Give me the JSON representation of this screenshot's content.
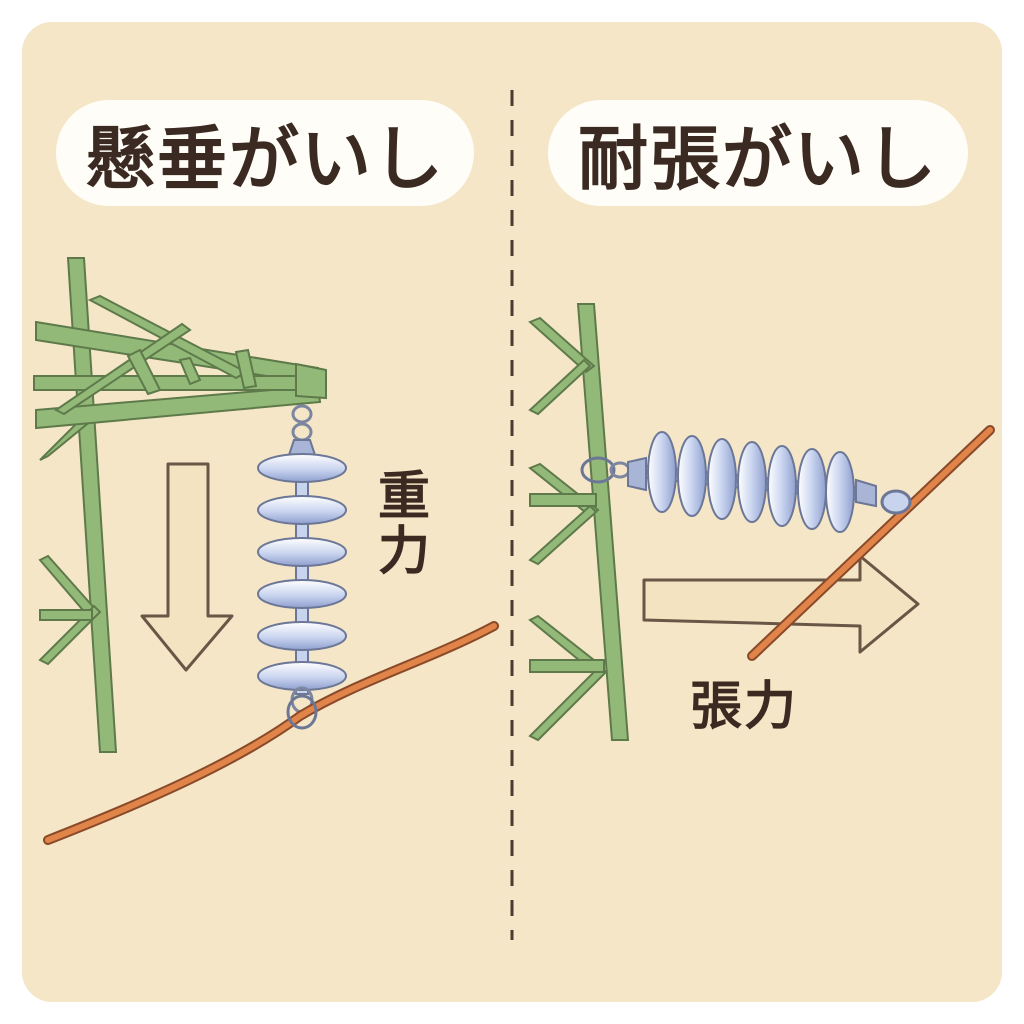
{
  "suspension": {
    "title": "懸垂がいし",
    "force_label_line1": "重",
    "force_label_line2": "力"
  },
  "tension": {
    "title": "耐張がいし",
    "force_label": "張力"
  },
  "colors": {
    "background": "#f4e6c6",
    "tower": "#93b979",
    "wire": "#e0844a",
    "insulator": "#c8d3ee",
    "arrow": "#f3e3c0",
    "text": "#3b2a22"
  }
}
